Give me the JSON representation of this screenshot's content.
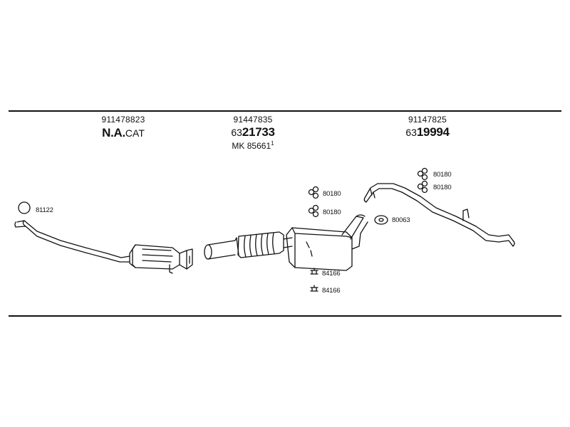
{
  "columns": [
    {
      "part_number": "911478823",
      "line1_bold": "N.A.",
      "line1_rest": "CAT"
    },
    {
      "part_number": "91447835",
      "line1_prefix": "63",
      "line1_bold": "21733",
      "line2": "MK 85661",
      "line2_sup": "1"
    },
    {
      "part_number": "91147825",
      "line1_prefix": "63",
      "line1_bold": "19994"
    }
  ],
  "labels": {
    "ring_81122": "81122",
    "hanger_80180_a": "80180",
    "hanger_80180_b": "80180",
    "hanger_80180_c": "80180",
    "hanger_80180_d": "80180",
    "gasket_80063": "80063",
    "mount_84166_a": "84166",
    "mount_84166_b": "84166"
  }
}
